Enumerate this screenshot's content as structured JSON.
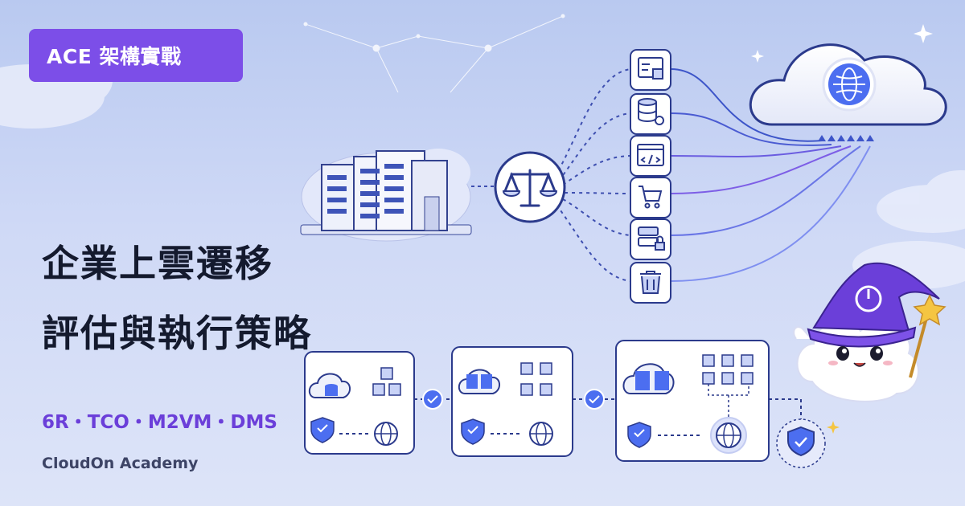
{
  "badge": {
    "label": "ACE 架構實戰"
  },
  "title": {
    "line1": "企業上雲遷移",
    "line2": "評估與執行策略"
  },
  "tags": "6R・TCO・M2VM・DMS",
  "brand": "CloudOn Academy",
  "colors": {
    "accent": "#7c4ee8",
    "navy": "#2b3a8c",
    "title_text": "#141a2e",
    "tag_text": "#6b3fd9"
  },
  "icons": {
    "source": "on-premise-datacenter-icon",
    "hub": "balance-scale-icon",
    "target": "cloud-icon",
    "workloads": [
      "app-config-icon",
      "database-settings-icon",
      "code-icon",
      "shopping-cart-icon",
      "server-lock-icon",
      "trash-icon"
    ],
    "steps": [
      "migration-stage-1",
      "migration-stage-2",
      "migration-stage-3"
    ],
    "final": "shield-check-icon",
    "mascot": "wizard-cloud-mascot"
  }
}
